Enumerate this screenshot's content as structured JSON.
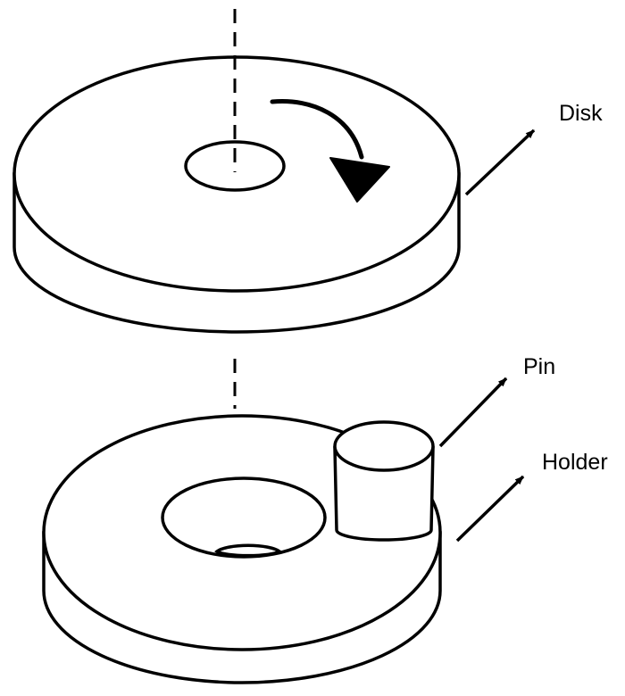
{
  "labels": {
    "disk": "Disk",
    "pin": "Pin",
    "holder": "Holder"
  },
  "colors": {
    "stroke": "#000000",
    "fill": "#ffffff"
  }
}
